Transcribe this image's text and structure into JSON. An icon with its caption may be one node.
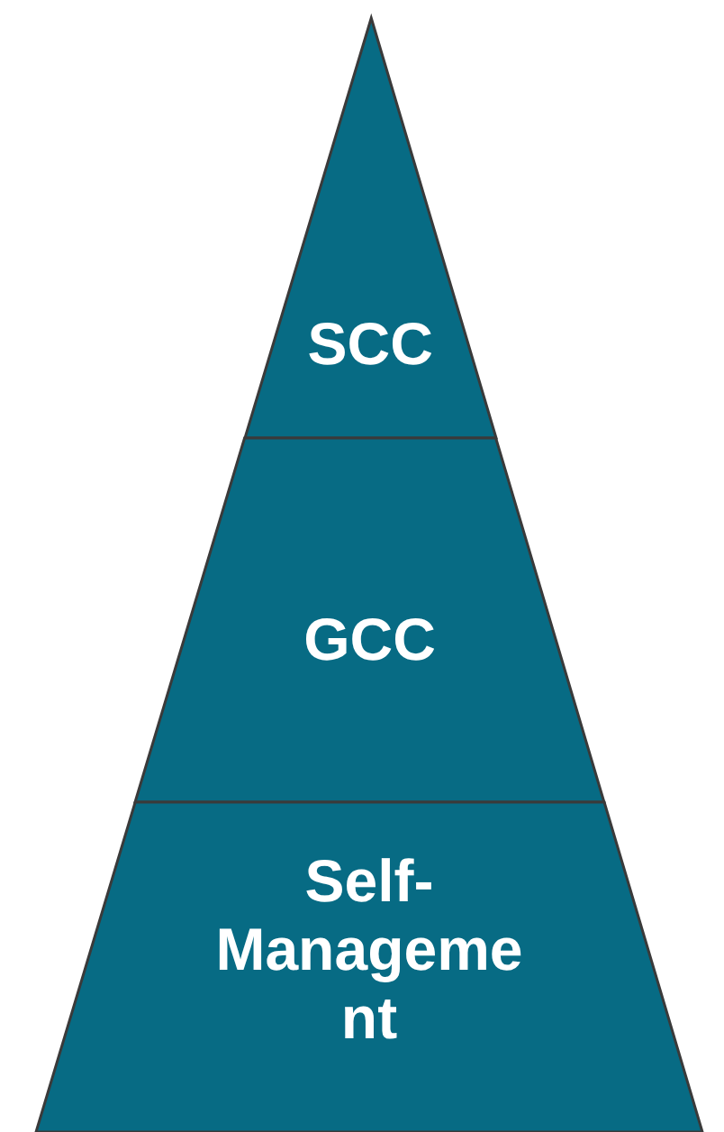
{
  "diagram": {
    "nodes": [
      {
        "text": [
          "SCC"
        ]
      },
      {
        "text": [
          "GCC"
        ]
      },
      {
        "text": [
          "Self-Management"
        ]
      }
    ]
  }
}
